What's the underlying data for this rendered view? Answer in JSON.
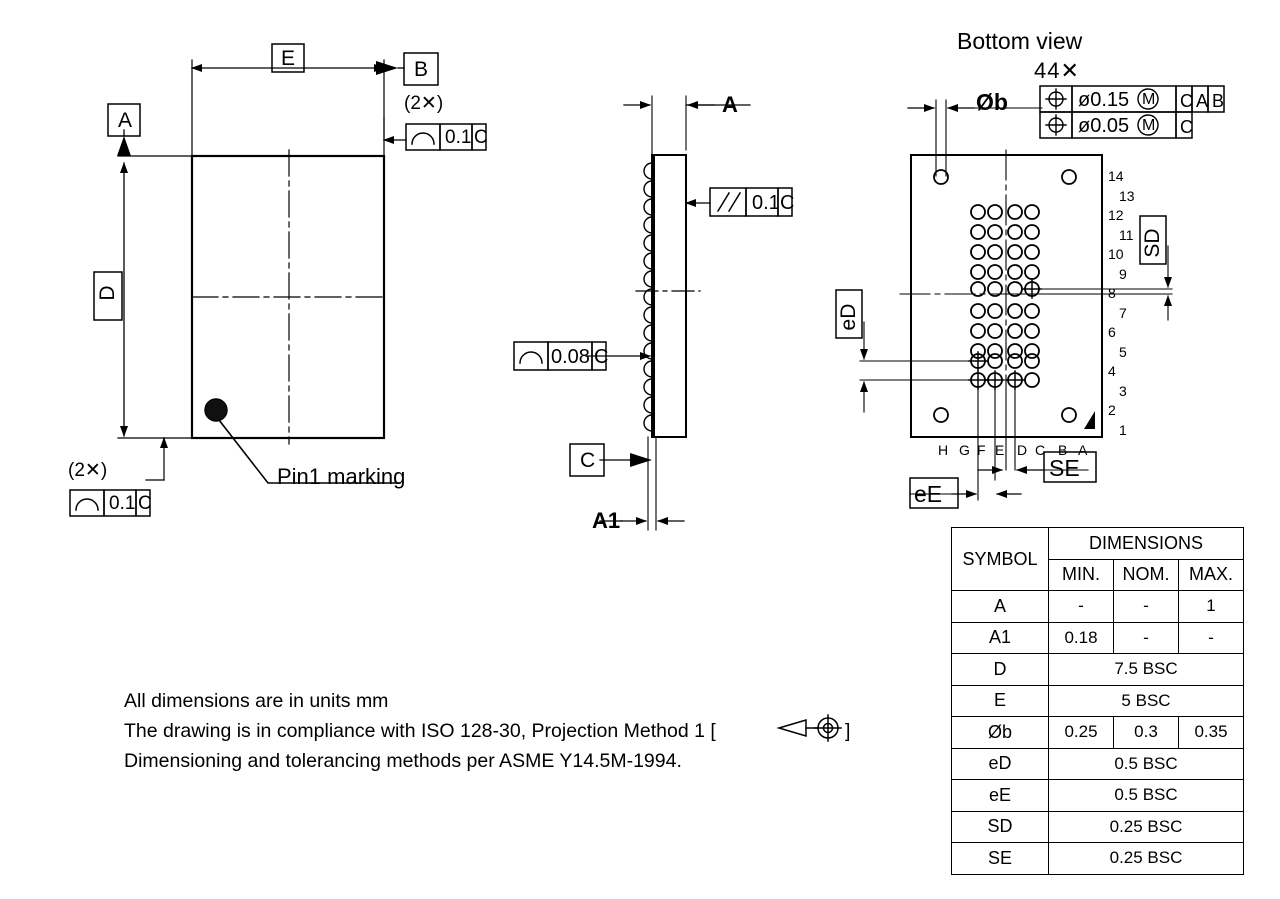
{
  "drawing": {
    "title_bottom_view": "Bottom view",
    "pin1_label": "Pin1 marking",
    "quantity_note": "44✕"
  },
  "top_view": {
    "datum_a": "A",
    "datum_b": "B",
    "dim_e": "E",
    "dim_d": "D",
    "fcf_top": {
      "qty": "(2✕)",
      "symbol": "profile-of-a-surface",
      "tolerance": "0.1",
      "datum": "C"
    },
    "fcf_left": {
      "qty": "(2✕)",
      "symbol": "profile-of-a-surface",
      "tolerance": "0.1",
      "datum": "C"
    }
  },
  "side_view": {
    "dim_a": "A",
    "dim_a1": "A1",
    "datum_c": "C",
    "fcf_parallel": {
      "symbol": "parallelism",
      "tolerance": "0.1",
      "datum": "C"
    },
    "fcf_profile": {
      "symbol": "profile-of-a-surface",
      "tolerance": "0.08",
      "datum": "C"
    }
  },
  "bottom_view": {
    "dim_ob": "Øb",
    "dim_ed": "eD",
    "dim_ee": "eE",
    "dim_sd": "SD",
    "dim_se": "SE",
    "fcf_position_1": {
      "symbol": "position",
      "tolerance": "ø0.15",
      "modifier": "M",
      "datums": [
        "C",
        "A",
        "B"
      ]
    },
    "fcf_position_2": {
      "symbol": "position",
      "tolerance": "ø0.05",
      "modifier": "M",
      "datums": [
        "C"
      ]
    },
    "row_labels": [
      "14",
      "13",
      "12",
      "11",
      "10",
      "9",
      "8",
      "7",
      "6",
      "5",
      "4",
      "3",
      "2",
      "1"
    ],
    "column_labels": [
      "H",
      "G",
      "F",
      "E",
      "D",
      "C",
      "B",
      "A"
    ],
    "ball_grid": {
      "columns": 4,
      "rows": 10
    },
    "corner_circles": 4
  },
  "notes": [
    "All dimensions are in units mm",
    "The drawing is in compliance with ISO 128-30, Projection Method 1 [",
    "Dimensioning and tolerancing methods per ASME Y14.5M-1994."
  ],
  "notes_line2_tail": "]",
  "table": {
    "col_symbol": "SYMBOL",
    "col_group": "DIMENSIONS",
    "col_min": "MIN.",
    "col_nom": "NOM.",
    "col_max": "MAX.",
    "rows": [
      {
        "symbol": "A",
        "min": "-",
        "nom": "-",
        "max": "1",
        "merged": false
      },
      {
        "symbol": "A1",
        "min": "0.18",
        "nom": "-",
        "max": "-",
        "merged": false
      },
      {
        "symbol": "D",
        "value": "7.5 BSC",
        "merged": true
      },
      {
        "symbol": "E",
        "value": "5 BSC",
        "merged": true
      },
      {
        "symbol": "Øb",
        "min": "0.25",
        "nom": "0.3",
        "max": "0.35",
        "merged": false
      },
      {
        "symbol": "eD",
        "value": "0.5 BSC",
        "merged": true
      },
      {
        "symbol": "eE",
        "value": "0.5 BSC",
        "merged": true
      },
      {
        "symbol": "SD",
        "value": "0.25 BSC",
        "merged": true
      },
      {
        "symbol": "SE",
        "value": "0.25 BSC",
        "merged": true
      }
    ]
  },
  "colors": {
    "line": "#000000",
    "background": "#ffffff"
  }
}
